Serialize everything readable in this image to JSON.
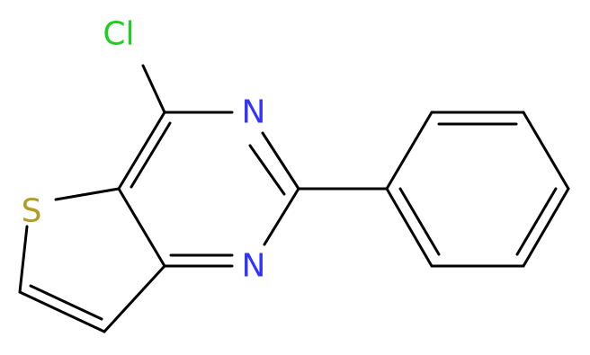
{
  "molecule": {
    "atoms": [
      {
        "id": "cl",
        "label": "Cl",
        "color": "#22cc22"
      },
      {
        "id": "n3",
        "label": "N",
        "color": "#3333ff"
      },
      {
        "id": "n1",
        "label": "N",
        "color": "#3333ff"
      },
      {
        "id": "s",
        "label": "S",
        "color": "#b39b2a"
      }
    ]
  },
  "colors": {
    "bond": "#000000",
    "background": "#ffffff"
  }
}
